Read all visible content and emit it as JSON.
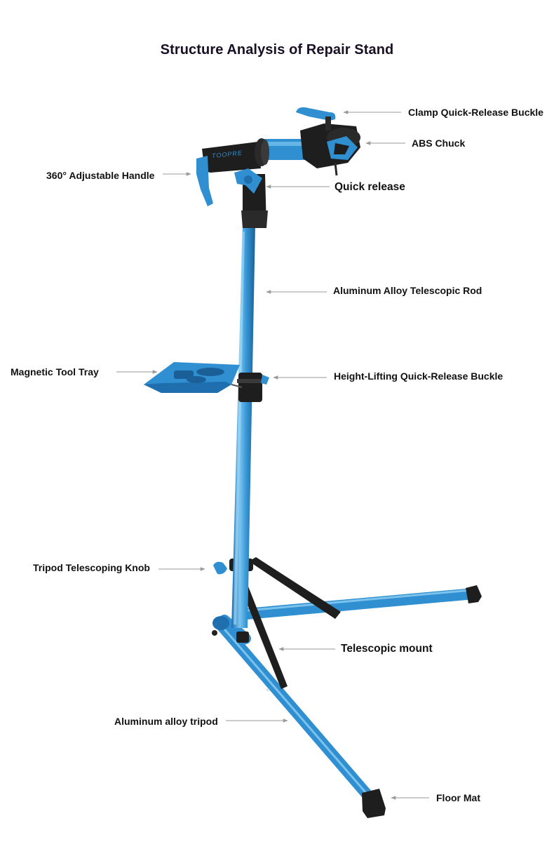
{
  "title": "Structure Analysis of Repair Stand",
  "brand_text": "TOOPRE",
  "labels": {
    "clamp_quick_release_buckle": "Clamp Quick-Release Buckle",
    "abs_chuck": "ABS Chuck",
    "adjustable_handle": "360° Adjustable Handle",
    "quick_release": "Quick release",
    "telescopic_rod": "Aluminum Alloy Telescopic Rod",
    "magnetic_tool_tray": "Magnetic Tool Tray",
    "height_lifting_buckle": "Height-Lifting Quick-Release Buckle",
    "tripod_telescoping_knob": "Tripod Telescoping Knob",
    "telescopic_mount": "Telescopic mount",
    "aluminum_alloy_tripod": "Aluminum alloy tripod",
    "floor_mat": "Floor Mat"
  },
  "colors": {
    "tube_blue": "#2f8fd0",
    "tube_highlight": "#7cc4f0",
    "part_black": "#1e1e1e",
    "arrow_gray": "#9a9a9a"
  }
}
